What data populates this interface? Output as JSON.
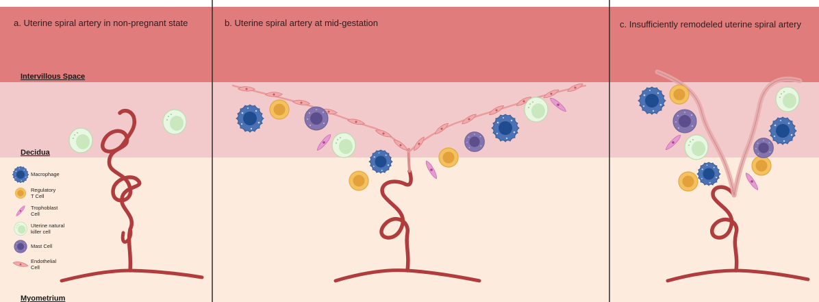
{
  "panels": [
    {
      "title": "a. Uterine spiral artery in non-pregnant state"
    },
    {
      "title": "b. Uterine spiral artery at mid-gestation"
    },
    {
      "title": "c. Insufficiently remodeled uterine spiral artery"
    }
  ],
  "layers": {
    "intervillous": "Intervillous Space",
    "decidua": "Decidua",
    "myometrium": "Myometrium"
  },
  "legend": [
    {
      "label": "Macrophage",
      "icon": "macrophage-icon"
    },
    {
      "label": "Regulatory T Cell",
      "icon": "regulatory-t-cell-icon"
    },
    {
      "label": "Trophoblast Cell",
      "icon": "trophoblast-cell-icon"
    },
    {
      "label": "Uterine natural killer cell",
      "icon": "uterine-nk-cell-icon"
    },
    {
      "label": "Mast Cell",
      "icon": "mast-cell-icon"
    },
    {
      "label": "Endothelial Cell",
      "icon": "endothelial-cell-icon"
    }
  ],
  "colors": {
    "intervillous": "#e07c7c",
    "decidua": "#f2cacb",
    "myometrium": "#fdecdd",
    "artery": "#b13c3e",
    "endothelium": "#f2a9ab",
    "macrophage": "#4a72b5",
    "treg": "#f4c160",
    "trophoblast": "#e79ad1",
    "unk": "#dcf2d5",
    "mast": "#8374ad"
  }
}
